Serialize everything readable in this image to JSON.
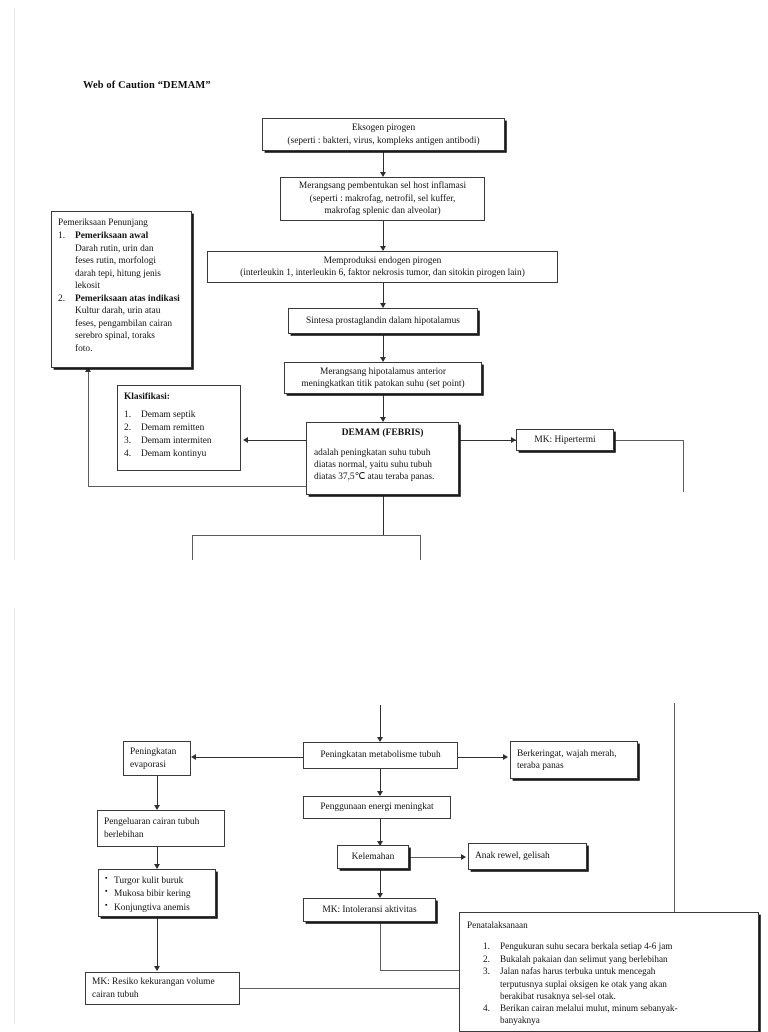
{
  "document": {
    "heading": "Web of Caution “DEMAM”"
  },
  "nodes": {
    "eksogen_pirogen": {
      "line1": "Eksogen pirogen",
      "line2": "(seperti : bakteri, virus, kompleks antigen antibodi)"
    },
    "sel_host_inflamasi": {
      "line1": "Merangsang pembentukan sel host inflamasi",
      "line2": "(seperti : makrofag, netrofil, sel kuffer,",
      "line3": "makrofag splenic dan alveolar)"
    },
    "endogen_pirogen": {
      "line1": "Memproduksi endogen pirogen",
      "line2": "(interleukin 1, interleukin 6, faktor nekrosis tumor, dan sitokin pirogen lain)"
    },
    "prostaglandin": {
      "line1": "Sintesa prostaglandin dalam hipotalamus"
    },
    "hipotalamus_anterior": {
      "line1": "Merangsang hipotalamus anterior",
      "line2": "meningkatkan titik patokan suhu (set point)"
    },
    "demam_febris": {
      "title": "DEMAM (FEBRIS)",
      "line1": "adalah peningkatan suhu tubuh",
      "line2": "diatas normal, yaitu suhu tubuh",
      "line3": "diatas 37,5℃ atau teraba panas."
    },
    "mk_hipertermi": {
      "label": "MK: Hipertermi"
    },
    "pemeriksaan_penunjang": {
      "title": "Pemeriksaan  Penunjang",
      "items": [
        {
          "n": "1.",
          "lines": [
            "Pemeriksaan awal",
            "Darah rutin, urin dan",
            "feses rutin, morfologi",
            "darah tepi, hitung jenis",
            "lekosit"
          ]
        },
        {
          "n": "2.",
          "lines": [
            "Pemeriksaan atas indikasi",
            "Kultur darah, urin atau",
            "feses, pengambilan cairan",
            "serebro spinal, toraks",
            "foto."
          ]
        }
      ]
    },
    "klasifikasi": {
      "title": "Klasifikasi:",
      "items": [
        {
          "n": "1.",
          "text": "Demam septik"
        },
        {
          "n": "2.",
          "text": "Demam remitten"
        },
        {
          "n": "3.",
          "text": "Demam intermiten"
        },
        {
          "n": "4.",
          "text": "Demam kontinyu"
        }
      ]
    },
    "peningkatan_metabolisme": {
      "label": "Peningkatan metabolisme tubuh"
    },
    "peningkatan_evaporasi": {
      "line1": "Peningkatan",
      "line2": "evaporasi"
    },
    "berkeringat": {
      "line1": "Berkeringat, wajah merah,",
      "line2": "teraba panas"
    },
    "pengeluaran_cairan": {
      "line1": "Pengeluaran cairan tubuh",
      "line2": "berlebihan"
    },
    "tanda_dehidrasi": {
      "items": [
        "Turgor kulit buruk",
        "Mukosa bibir kering",
        "Konjungtiva anemis"
      ]
    },
    "mk_resiko_kekurangan_volume": {
      "line1": "MK: Resiko kekurangan volume",
      "line2": "cairan tubuh"
    },
    "penggunaan_energi": {
      "label": "Penggunaan energi meningkat"
    },
    "kelemahan": {
      "label": "Kelemahan"
    },
    "anak_rewel": {
      "label": "Anak rewel, gelisah"
    },
    "mk_intoleransi": {
      "label": "MK: Intoleransi aktivitas"
    },
    "penatalaksanaan": {
      "title": "Penatalaksanaan",
      "items": [
        {
          "n": "1.",
          "lines": [
            "Pengukuran suhu secara berkala setiap 4-6 jam"
          ]
        },
        {
          "n": "2.",
          "lines": [
            " Bukalah pakaian dan selimut yang berlebihan"
          ]
        },
        {
          "n": "3.",
          "lines": [
            "Jalan nafas harus terbuka untuk mencegah",
            "terputusnya suplai oksigen ke otak yang akan",
            "berakibat rusaknya sel-sel otak."
          ]
        },
        {
          "n": "4.",
          "lines": [
            "Berikan cairan melalui mulut, minum sebanyak-",
            "banyaknya"
          ]
        }
      ]
    }
  },
  "colors": {
    "line": "#2f2f2f",
    "box_border": "#3a3a3a",
    "text": "#111111",
    "page_edge": "#e2e2ea"
  }
}
